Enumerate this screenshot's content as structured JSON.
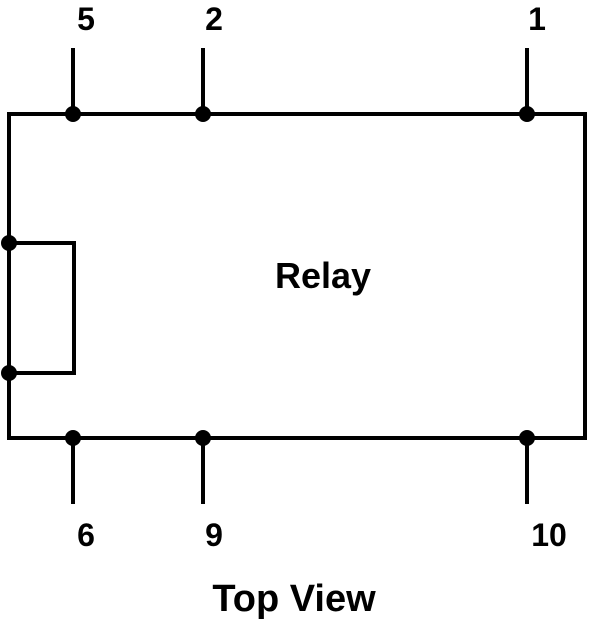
{
  "diagram": {
    "title": "Relay",
    "caption": "Top View",
    "pins_top": [
      "5",
      "2",
      "1"
    ],
    "pins_bottom": [
      "6",
      "9",
      "10"
    ],
    "stroke_color": "#000000",
    "background_color": "#ffffff"
  }
}
